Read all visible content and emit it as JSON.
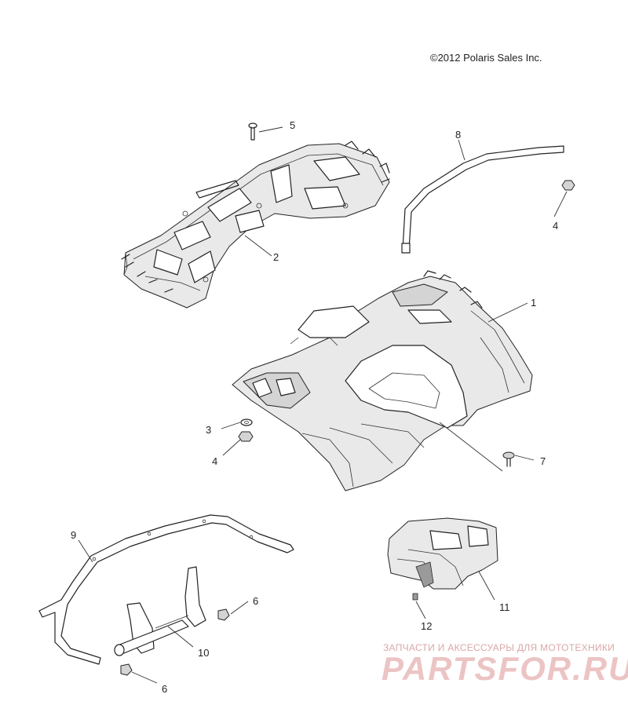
{
  "copyright": "©2012 Polaris Sales Inc.",
  "watermark": {
    "tagline": "ЗАПЧАСТИ И АКСЕССУАРЫ ДЛЯ МОТОТЕХНИКИ",
    "brand": "PARTSFOR.RU"
  },
  "callouts": {
    "c1": "1",
    "c2": "2",
    "c3": "3",
    "c4a": "4",
    "c4b": "4",
    "c5": "5",
    "c6a": "6",
    "c6b": "6",
    "c7": "7",
    "c8": "8",
    "c9": "9",
    "c10": "10",
    "c11": "11",
    "c12": "12"
  },
  "colors": {
    "line": "#222222",
    "watermark": "#e8b8b8"
  }
}
